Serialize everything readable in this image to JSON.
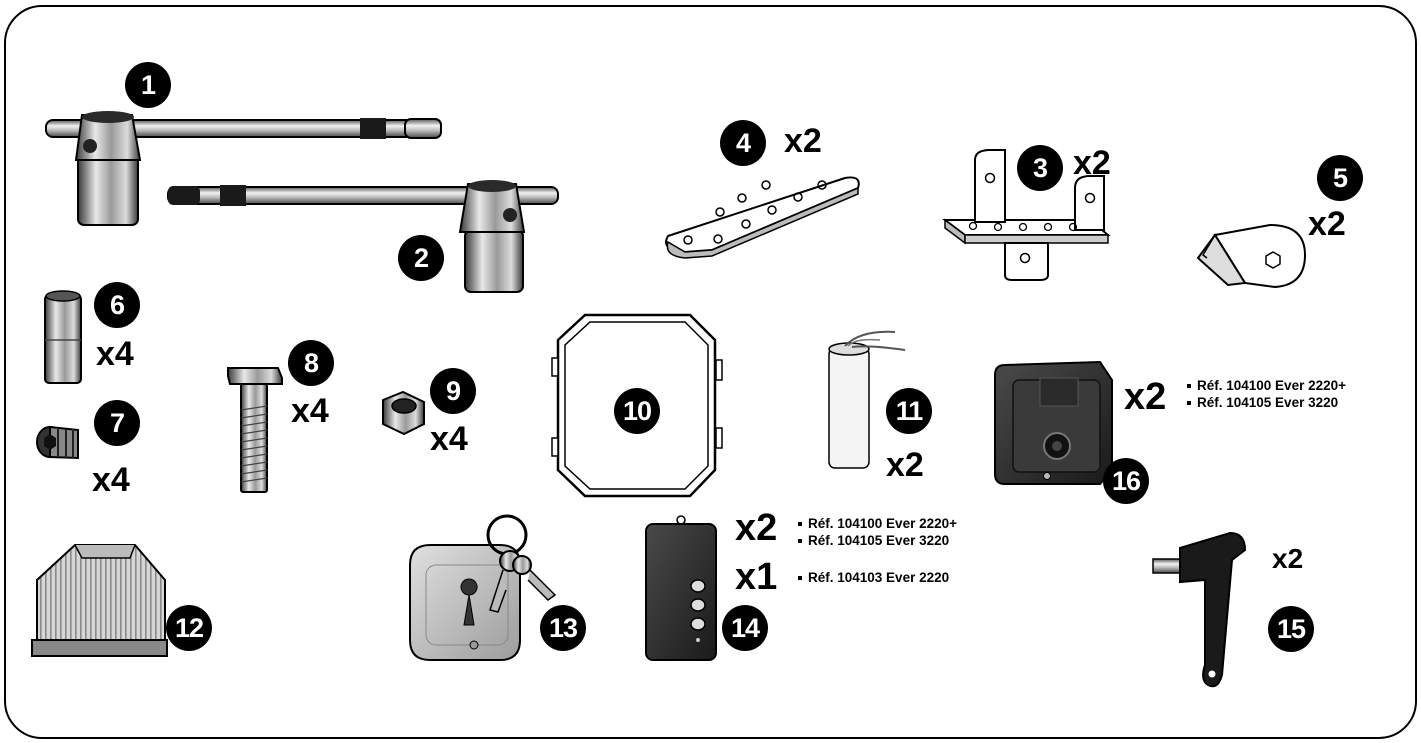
{
  "items": [
    {
      "number": "1"
    },
    {
      "number": "2"
    },
    {
      "number": "3",
      "quantity": "x2"
    },
    {
      "number": "4",
      "quantity": "x2"
    },
    {
      "number": "5",
      "quantity": "x2"
    },
    {
      "number": "6",
      "quantity": "x4"
    },
    {
      "number": "7",
      "quantity": "x4"
    },
    {
      "number": "8",
      "quantity": "x4"
    },
    {
      "number": "9",
      "quantity": "x4"
    },
    {
      "number": "10"
    },
    {
      "number": "11",
      "quantity": "x2"
    },
    {
      "number": "12"
    },
    {
      "number": "13"
    },
    {
      "number": "14",
      "quantity_a": "x2",
      "quantity_b": "x1",
      "refs_a": [
        "Réf. 104100 Ever 2220+",
        "Réf. 104105 Ever 3220"
      ],
      "refs_b": [
        "Réf. 104103 Ever 2220"
      ]
    },
    {
      "number": "15",
      "quantity": "x2"
    },
    {
      "number": "16",
      "quantity": "x2",
      "refs": [
        "Réf. 104100 Ever 2220+",
        "Réf. 104105 Ever 3220"
      ]
    }
  ],
  "colors": {
    "ink": "#000000",
    "metal_light": "#e6e6e6",
    "metal_dark": "#6a6a6a",
    "body_dark": "#2b2b2b"
  }
}
